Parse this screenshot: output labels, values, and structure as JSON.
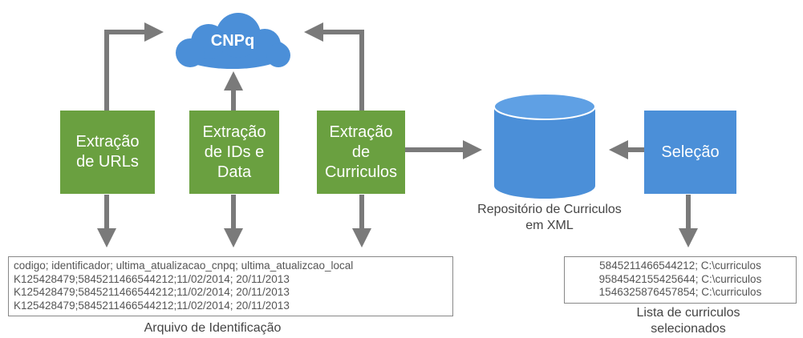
{
  "cnpq": "CNPq",
  "boxes": {
    "urls": "Extração\nde URLs",
    "ids": "Extração\nde IDs e\nData",
    "curriculos": "Extração\nde\nCurriculos",
    "selecao": "Seleção"
  },
  "repository": "Repositório de Curriculos\nem XML",
  "id_file": {
    "header": "codigo; identificador; ultima_atualizacao_cnpq; ultima_atualizcao_local",
    "rows": [
      "K125428479;5845211466544212;11/02/2014; 20/11/2013",
      "K125428479;5845211466544212;11/02/2014; 20/11/2013",
      "K125428479;5845211466544212;11/02/2014; 20/11/2013"
    ],
    "caption": "Arquivo de Identificação"
  },
  "selected_list": {
    "rows": [
      "5845211466544212; C:\\curriculos",
      "9584542155425644; C:\\curriculos",
      "1546325876457854; C:\\curriculos"
    ],
    "caption": "Lista de curriculos\nselecionados"
  },
  "colors": {
    "green": "#6aa040",
    "blue": "#4b8fd8",
    "arrow": "#7a7a7a"
  }
}
